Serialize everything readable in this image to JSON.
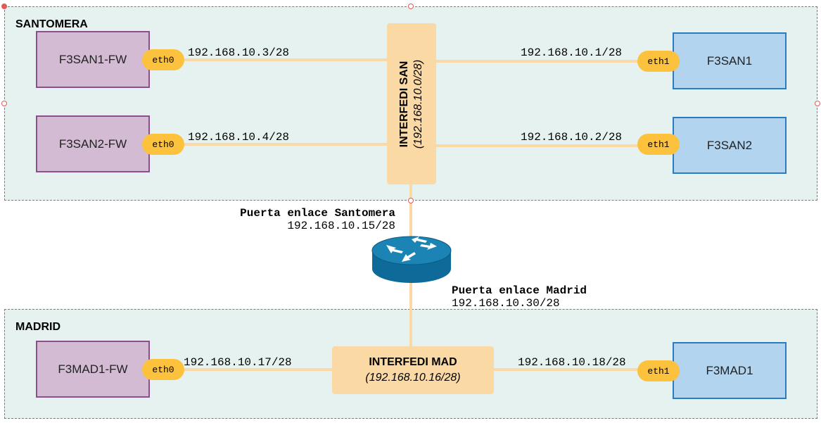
{
  "zones": {
    "santomera": {
      "label": "SANTOMERA"
    },
    "madrid": {
      "label": "MADRID"
    }
  },
  "santomera": {
    "bus": {
      "title": "INTERFEDI SAN",
      "subnet": "(192.168.10.0/28)"
    },
    "left_nodes": [
      {
        "name": "F3SAN1-FW",
        "port": "eth0",
        "ip": "192.168.10.3/28"
      },
      {
        "name": "F3SAN2-FW",
        "port": "eth0",
        "ip": "192.168.10.4/28"
      }
    ],
    "right_nodes": [
      {
        "name": "F3SAN1",
        "port": "eth1",
        "ip": "192.168.10.1/28"
      },
      {
        "name": "F3SAN2",
        "port": "eth1",
        "ip": "192.168.10.2/28"
      }
    ]
  },
  "madrid": {
    "bus": {
      "title": "INTERFEDI MAD",
      "subnet": "(192.168.10.16/28)"
    },
    "left_node": {
      "name": "F3MAD1-FW",
      "port": "eth0",
      "ip": "192.168.10.17/28"
    },
    "right_node": {
      "name": "F3MAD1",
      "port": "eth1",
      "ip": "192.168.10.18/28"
    }
  },
  "router": {
    "icon": "router-icon",
    "gateway_santomera": {
      "label": "Puerta enlace Santomera",
      "ip": "192.168.10.15/28"
    },
    "gateway_madrid": {
      "label": "Puerta enlace Madrid",
      "ip": "192.168.10.30/28"
    }
  },
  "colors": {
    "zone_bg": "#e6f2f0",
    "firewall_fill": "#d3bcd3",
    "firewall_border": "#8a4f8c",
    "server_fill": "#b3d4ef",
    "server_border": "#2d7bbf",
    "port_fill": "#fcc13d",
    "link": "#fad9a5",
    "router": "#0e6b99"
  }
}
